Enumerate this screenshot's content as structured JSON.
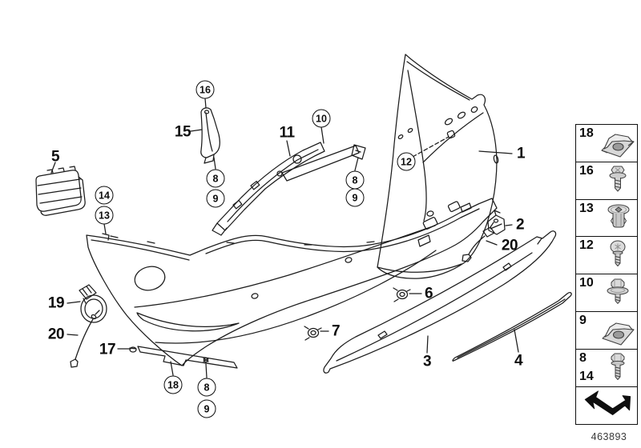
{
  "figure": {
    "doc_number": "463893"
  },
  "callouts": {
    "plain": [
      {
        "id": "1",
        "text": "1"
      },
      {
        "id": "2",
        "text": "2"
      },
      {
        "id": "3",
        "text": "3"
      },
      {
        "id": "4",
        "text": "4"
      },
      {
        "id": "5",
        "text": "5"
      },
      {
        "id": "6",
        "text": "6"
      },
      {
        "id": "7",
        "text": "7"
      },
      {
        "id": "11",
        "text": "11"
      },
      {
        "id": "15",
        "text": "15"
      },
      {
        "id": "17",
        "text": "17"
      },
      {
        "id": "19",
        "text": "19"
      },
      {
        "id": "20-left",
        "text": "20"
      },
      {
        "id": "20-right",
        "text": "20"
      }
    ],
    "circled": [
      {
        "id": "16",
        "text": "16"
      },
      {
        "id": "8-upper",
        "text": "8"
      },
      {
        "id": "9-upper",
        "text": "9"
      },
      {
        "id": "14",
        "text": "14"
      },
      {
        "id": "13",
        "text": "13"
      },
      {
        "id": "10",
        "text": "10"
      },
      {
        "id": "8-mid",
        "text": "8"
      },
      {
        "id": "9-mid",
        "text": "9"
      },
      {
        "id": "12",
        "text": "12"
      },
      {
        "id": "18",
        "text": "18"
      },
      {
        "id": "8-lower",
        "text": "8"
      },
      {
        "id": "9-lower",
        "text": "9"
      }
    ]
  },
  "sidebar": {
    "items": [
      {
        "label": "18",
        "icon": "clip-nut"
      },
      {
        "label": "16",
        "icon": "screw-with-washer"
      },
      {
        "label": "13",
        "icon": "expansion-rivet"
      },
      {
        "label": "12",
        "icon": "pan-head-screw"
      },
      {
        "label": "10",
        "icon": "hex-bolt-with-washer"
      },
      {
        "label": "9",
        "icon": "clip-nut"
      },
      {
        "label": "8",
        "label2": "14",
        "icon": "hex-screw"
      },
      {
        "label": "",
        "icon": "direction-arrow"
      }
    ]
  },
  "colors": {
    "line": "#1c1c1c",
    "metal_light": "#dcdcdc",
    "metal_mid": "#c9c9c9",
    "metal_dark": "#8d8d8d"
  }
}
